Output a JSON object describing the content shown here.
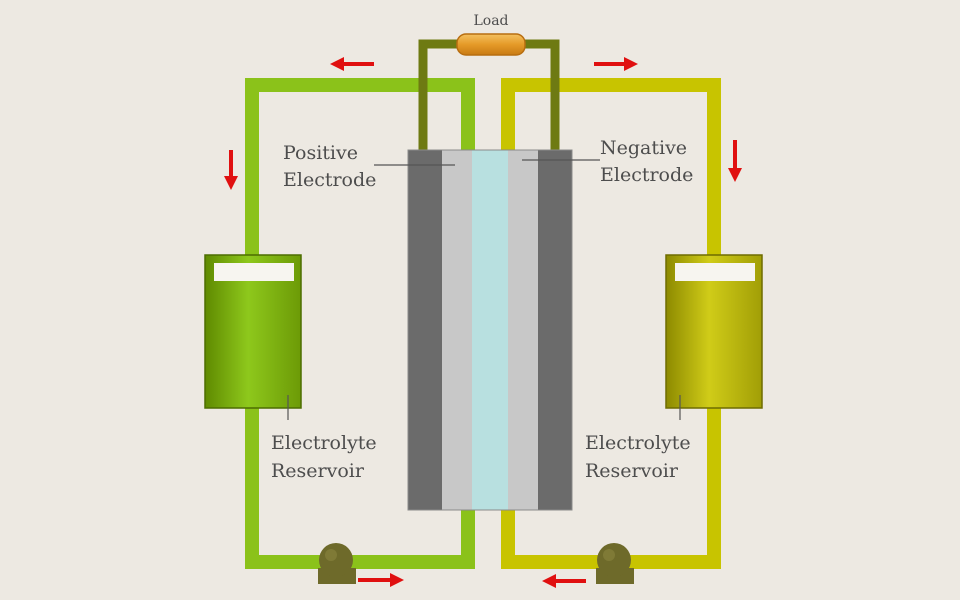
{
  "labels": {
    "load": "Load",
    "positive_electrode": [
      "Positive",
      "Electrode"
    ],
    "negative_electrode": [
      "Negative",
      "Electrode"
    ],
    "left_reservoir": [
      "Electrolyte",
      "Reservoir"
    ],
    "right_reservoir": [
      "Electrolyte",
      "Reservoir"
    ]
  },
  "colors": {
    "background": "#ede9e2",
    "positive_loop": "#8bc21a",
    "negative_loop": "#c8c400",
    "wire": "#6e7a12",
    "load": "#e8a030",
    "arrow": "#e01010",
    "pump": "#6e6a2a",
    "electrode": "#6b6b6b",
    "separator_side": "#c8c8c8",
    "membrane": "#b8e0e0"
  }
}
